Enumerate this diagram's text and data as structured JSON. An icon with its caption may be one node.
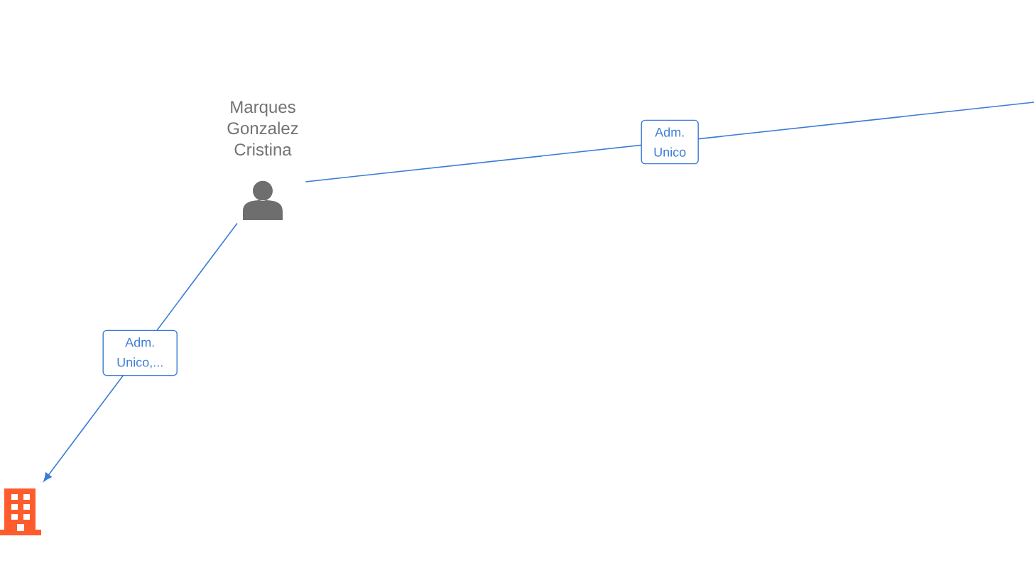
{
  "diagram": {
    "nodes": [
      {
        "text": [
          "Marques Gonzalez Cristina"
        ]
      },
      {
        "text": [],
        "shape": "building"
      }
    ],
    "edges": [
      {
        "from": 0,
        "to": null,
        "arrow": "none",
        "label": "Adm. Unico"
      },
      {
        "from": 0,
        "to": 1,
        "arrow": "to",
        "label": "Adm. Unico,..."
      }
    ]
  }
}
